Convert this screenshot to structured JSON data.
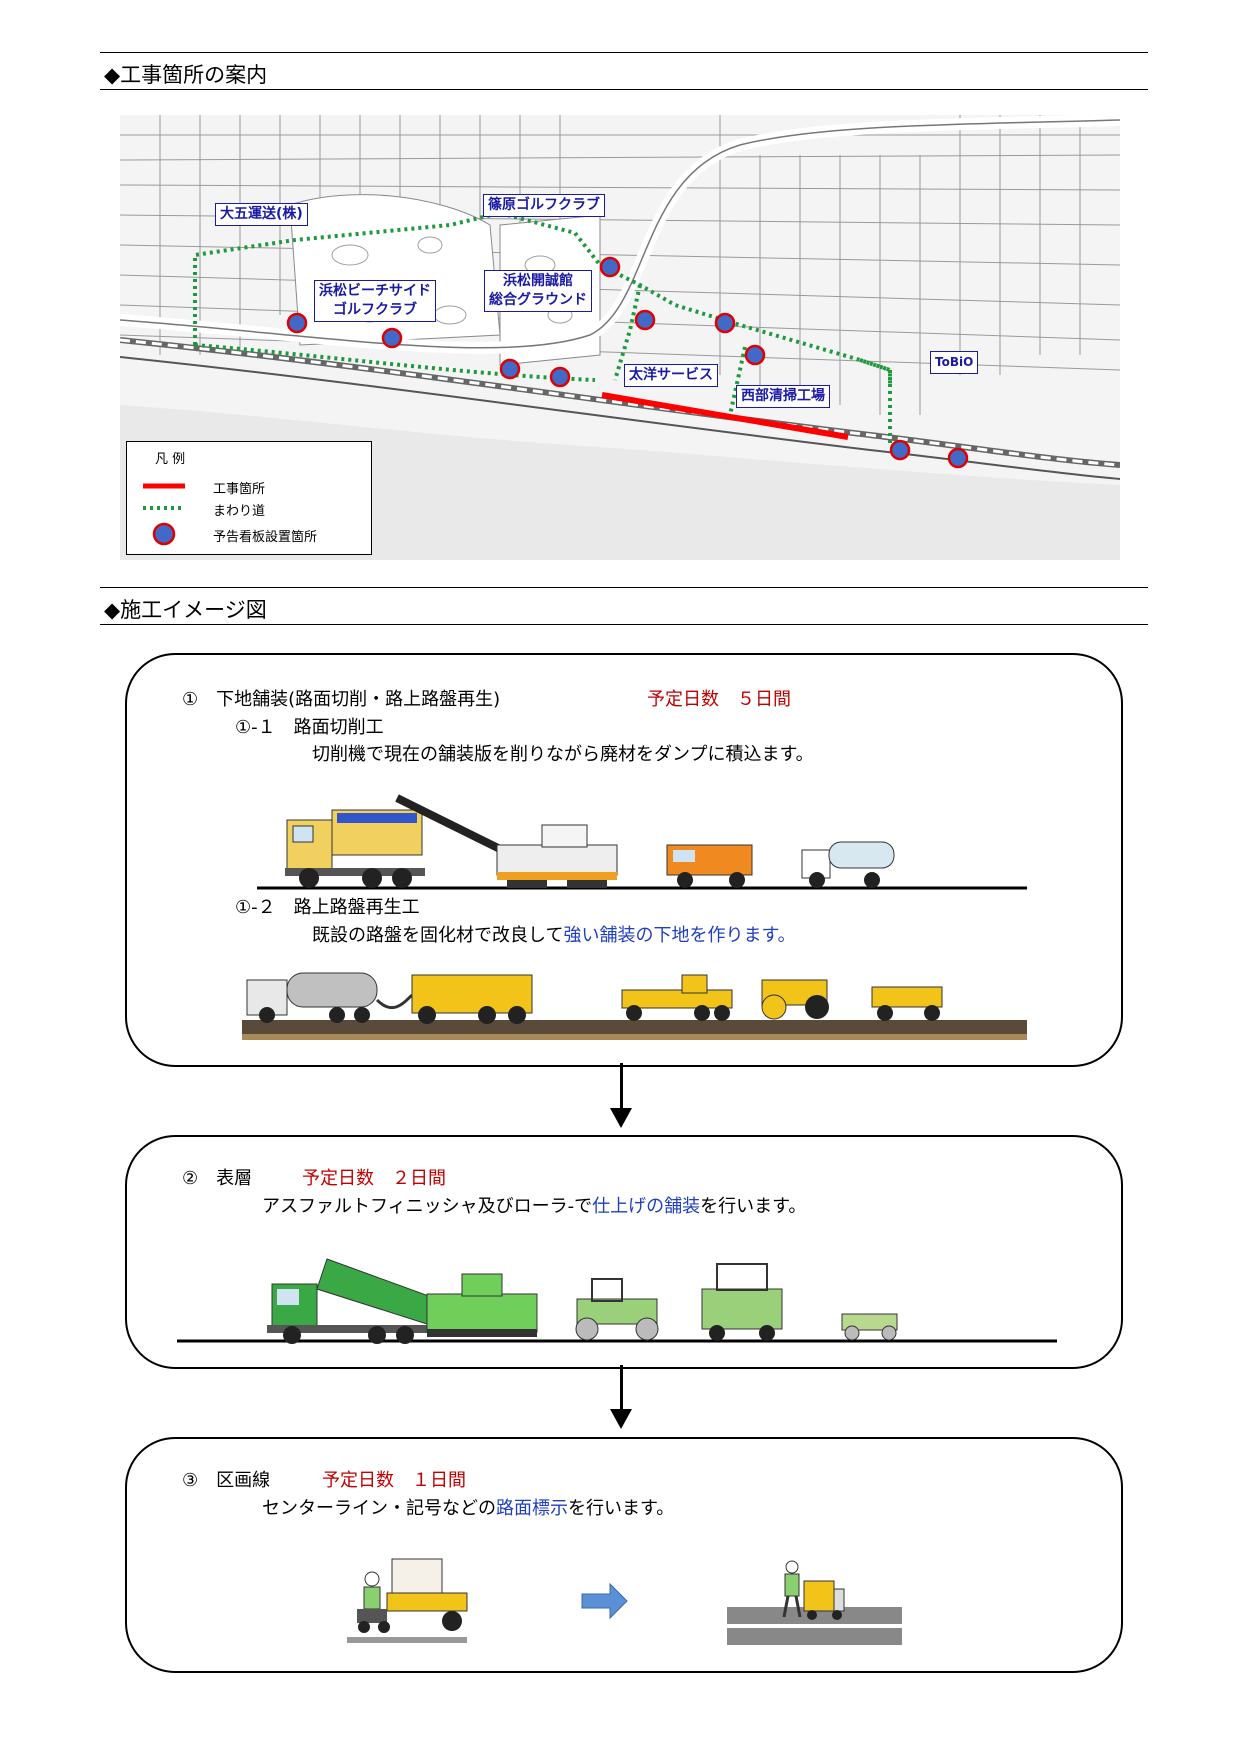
{
  "section1": {
    "title": "◆工事箇所の案内"
  },
  "map": {
    "labels": {
      "daigo": "大五運送(株)",
      "shinohara": "篠原ゴルフクラブ",
      "beach_l1": "浜松ビーチサイド",
      "beach_l2": "ゴルフクラブ",
      "kaiseikan_l1": "浜松開誠館",
      "kaiseikan_l2": "総合グラウンド",
      "taiyo": "太洋サービス",
      "seibu": "西部清掃工場",
      "tobio": "ToBiO"
    },
    "legend": {
      "title": "凡 例",
      "construction": "工事箇所",
      "detour": "まわり道",
      "signboard": "予告看板設置箇所"
    },
    "colors": {
      "construction": "#ff0000",
      "detour": "#1e9a3c",
      "signboard": "#4169c8",
      "label": "#1a1aa6"
    }
  },
  "section2": {
    "title": "◆施工イメージ図"
  },
  "step1": {
    "heading": "①　下地舗装(路面切削・路上路盤再生)",
    "days": "予定日数　５日間",
    "sub1_title": "①-１　路面切削工",
    "sub1_desc": "切削機で現在の舗装版を削りながら廃材をダンプに積込ます。",
    "sub2_title": "①-２　路上路盤再生工",
    "sub2_desc_a": "既設の路盤を固化材で改良して",
    "sub2_desc_b": "強い舗装の下地を作ります。"
  },
  "step2": {
    "heading": "②　表層",
    "days": "予定日数　２日間",
    "desc_a": "アスファルトフィニッシャ及びローラ-で",
    "desc_b": "仕上げの舗装",
    "desc_c": "を行います。"
  },
  "step3": {
    "heading": "③　区画線",
    "days": "予定日数　１日間",
    "desc_a": "センターライン・記号などの",
    "desc_b": "路面標示",
    "desc_c": "を行います。"
  }
}
